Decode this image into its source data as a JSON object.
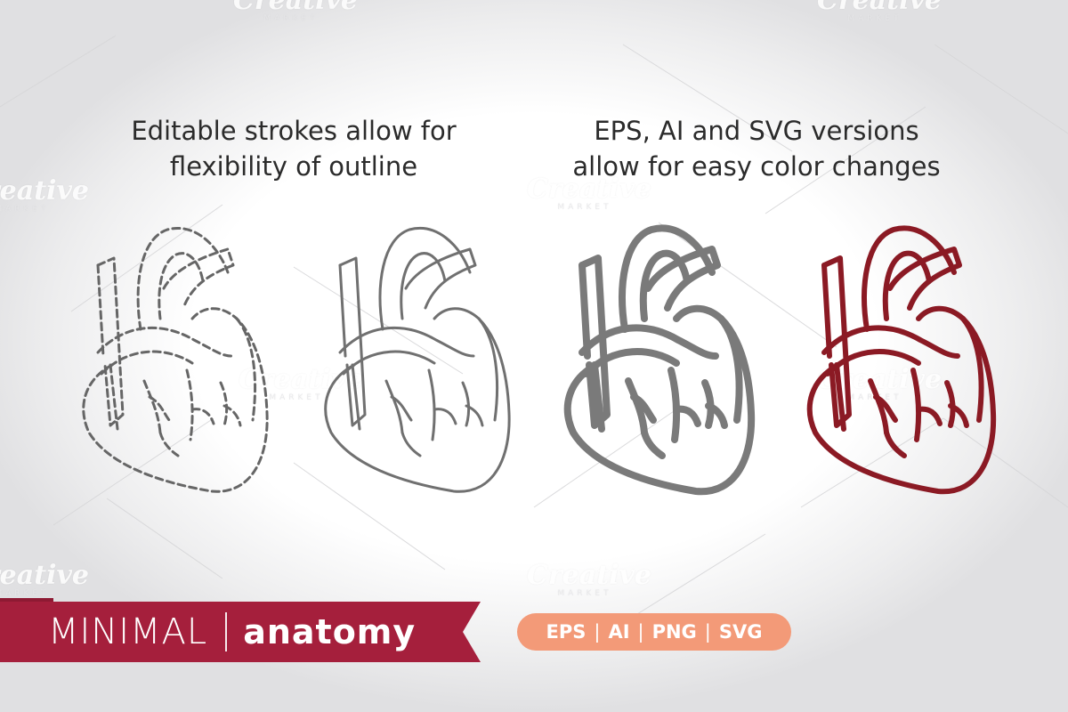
{
  "captions": {
    "left": [
      "Editable strokes allow for",
      "flexibility of outline"
    ],
    "right": [
      "EPS, AI and SVG versions",
      "allow for easy color changes"
    ]
  },
  "hearts": [
    {
      "name": "dashed-outline",
      "stroke": "#666666",
      "style": "dashed"
    },
    {
      "name": "thin-gray-outline",
      "stroke": "#707070",
      "style": "thin"
    },
    {
      "name": "thick-gray-outline",
      "stroke": "#7a7a7a",
      "style": "thick"
    },
    {
      "name": "thick-maroon-outline",
      "stroke": "#8b1a24",
      "style": "thick"
    }
  ],
  "banner": {
    "title": "MINIMAL",
    "subtitle": "anatomy",
    "color": "#a51f3c"
  },
  "formats": {
    "items": [
      "EPS",
      "AI",
      "PNG",
      "SVG"
    ],
    "separator": "|",
    "color": "#f39a78"
  },
  "watermark": {
    "text": "Creative",
    "subtext": "MARKET"
  }
}
